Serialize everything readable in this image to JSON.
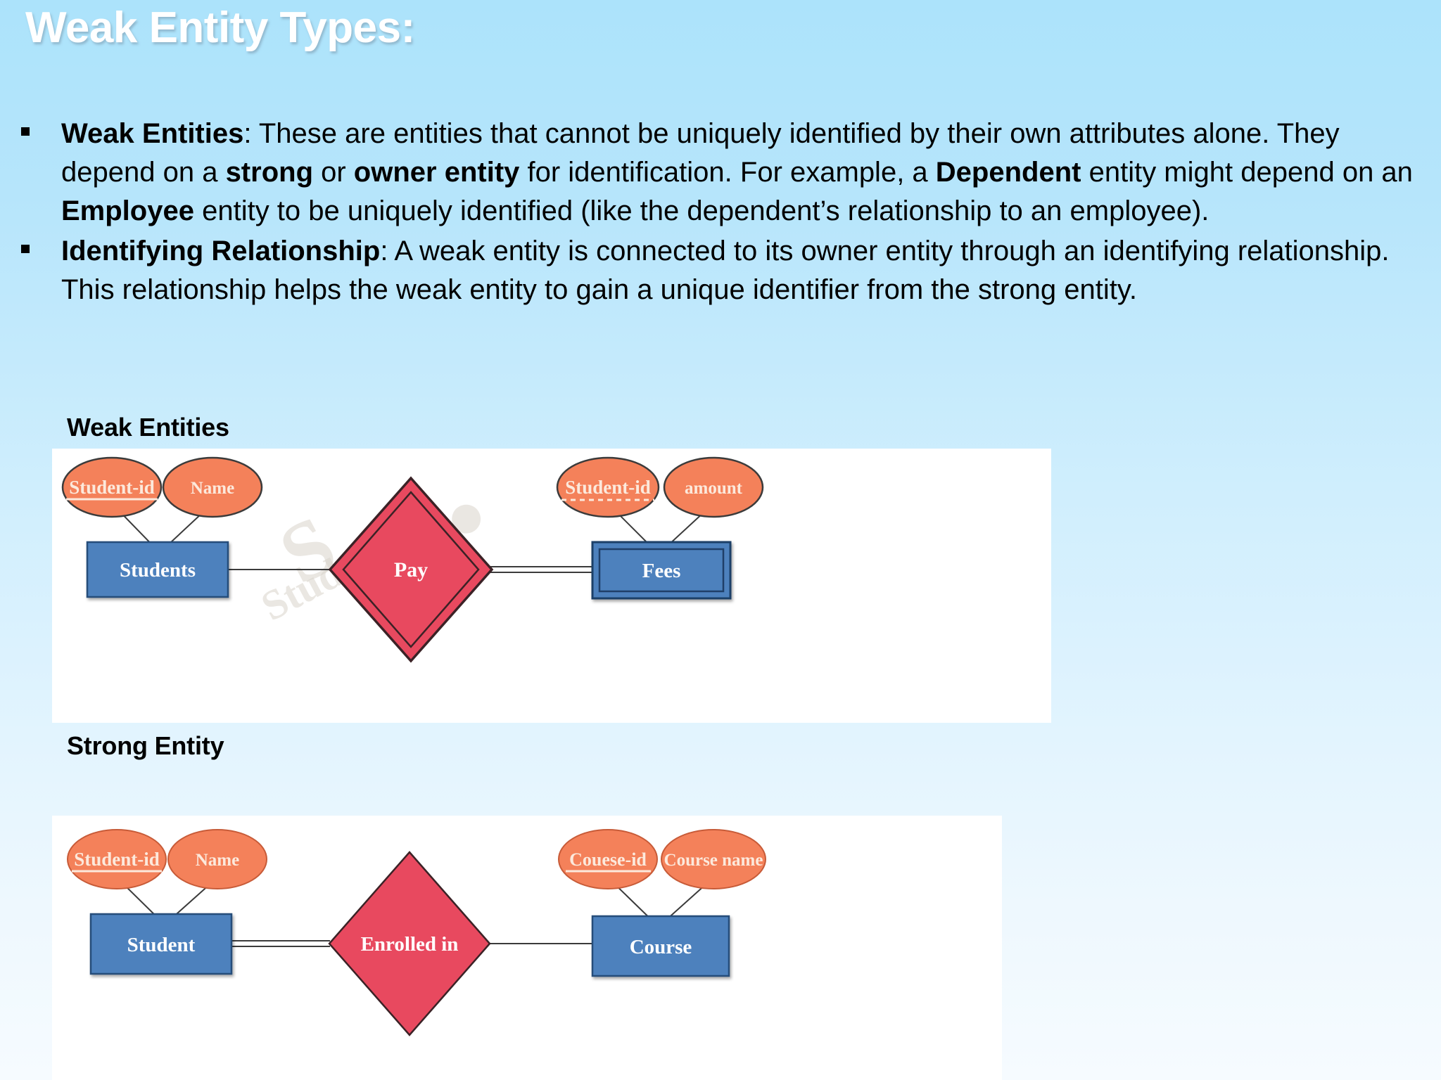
{
  "slide": {
    "title": "Weak Entity Types:",
    "background_top": "#ace3fb",
    "background_bottom": "#f6fbff"
  },
  "bullets": [
    {
      "marker": "square-bullet",
      "segments": [
        {
          "text": "Weak Entities",
          "bold": true
        },
        {
          "text": ": These are entities that cannot be uniquely identified by their own attributes alone. They depend on a ",
          "bold": false
        },
        {
          "text": "strong",
          "bold": true
        },
        {
          "text": " or ",
          "bold": false
        },
        {
          "text": "owner entity",
          "bold": true
        },
        {
          "text": " for identification. For example, a ",
          "bold": false
        },
        {
          "text": "Dependent",
          "bold": true
        },
        {
          "text": " entity might depend on an ",
          "bold": false
        },
        {
          "text": "Employee",
          "bold": true
        },
        {
          "text": " entity to be uniquely identified (like the dependent’s relationship to an employee).",
          "bold": false
        }
      ]
    },
    {
      "marker": "square-bullet",
      "segments": [
        {
          "text": "Identifying Relationship",
          "bold": true
        },
        {
          "text": ": A weak entity is connected to its owner entity through an identifying relationship. This relationship helps the weak entity to gain a unique identifier from the strong entity.",
          "bold": false
        }
      ]
    }
  ],
  "sections": [
    {
      "caption": "Weak Entities"
    },
    {
      "caption": "Strong Entity"
    }
  ],
  "colors": {
    "attribute_fill": "#F4815A",
    "attribute_stroke": "#3b3b3b",
    "attribute_text": "#FCE9DC",
    "entity_fill": "#4E81BD",
    "entity_stroke": "#254D7A",
    "entity_text": "#FFFFFF",
    "relationship_fill": "#E8495F",
    "relationship_stroke": "#3b2226",
    "relationship_text": "#FFFFFF",
    "connector": "#3b3b3b"
  },
  "diagrams": [
    {
      "name": "weak-entity-er-diagram",
      "watermark": "Studocu",
      "attributes": [
        {
          "label": "Student-id",
          "underline": "solid",
          "owner": "Students"
        },
        {
          "label": "Name",
          "underline": "none",
          "owner": "Students"
        },
        {
          "label": "Student-id",
          "underline": "dashed",
          "owner": "Fees"
        },
        {
          "label": "amount",
          "underline": "none",
          "owner": "Fees"
        }
      ],
      "entities": [
        {
          "label": "Students",
          "type": "strong",
          "border": "single"
        },
        {
          "label": "Fees",
          "type": "weak",
          "border": "double"
        }
      ],
      "relationships": [
        {
          "label": "Pay",
          "type": "identifying",
          "border": "double"
        }
      ],
      "connectors": [
        {
          "from": "Students",
          "to": "Pay",
          "style": "single"
        },
        {
          "from": "Pay",
          "to": "Fees",
          "style": "double"
        }
      ]
    },
    {
      "name": "strong-entity-er-diagram",
      "watermark": "",
      "attributes": [
        {
          "label": "Student-id",
          "underline": "solid",
          "owner": "Student"
        },
        {
          "label": "Name",
          "underline": "none",
          "owner": "Student"
        },
        {
          "label": "Couese-id",
          "underline": "solid",
          "owner": "Course"
        },
        {
          "label": "Course name",
          "underline": "none",
          "owner": "Course"
        }
      ],
      "entities": [
        {
          "label": "Student",
          "type": "strong",
          "border": "single"
        },
        {
          "label": "Course",
          "type": "strong",
          "border": "single"
        }
      ],
      "relationships": [
        {
          "label": "Enrolled in",
          "type": "regular",
          "border": "single"
        }
      ],
      "connectors": [
        {
          "from": "Student",
          "to": "Enrolled in",
          "style": "double"
        },
        {
          "from": "Enrolled in",
          "to": "Course",
          "style": "single"
        }
      ]
    }
  ]
}
